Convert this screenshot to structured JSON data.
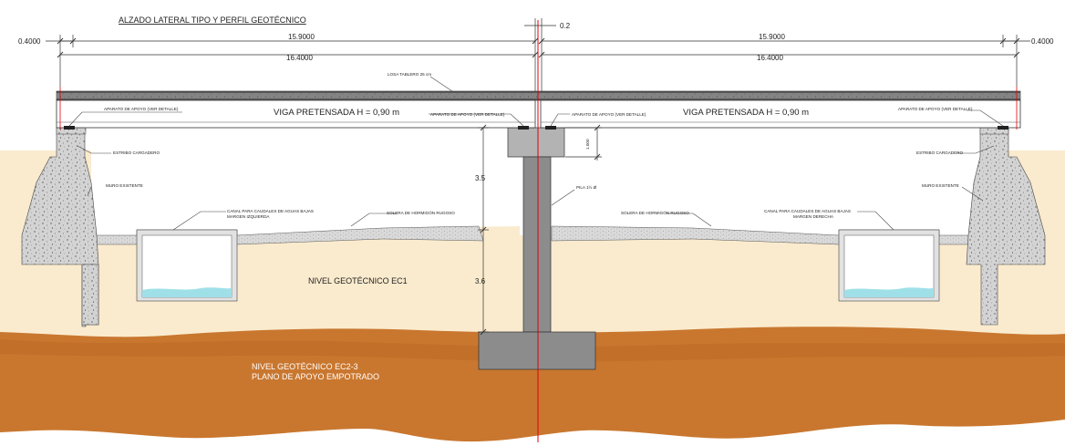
{
  "title": "ALZADO LATERAL TIPO Y PERFIL GEOTÉCNICO",
  "dimensions": {
    "left_offset": "0.4000",
    "span_left": "15.9000",
    "span_left_total": "16.4000",
    "joint": "0.2",
    "span_right": "15.9000",
    "span_right_total": "16.4000",
    "right_offset": "0.4000",
    "pier_upper": "3.5",
    "pier_lower": "3.6",
    "cap_height": "1.000"
  },
  "labels": {
    "deck_slab": "LOSA TABLERO 25 cm",
    "beam_left": "VIGA PRETENSADA H = 0,90 m",
    "beam_right": "VIGA PRETENSADA H = 0,90 m",
    "bearing_1": "APARATO DE APOYO (VER DETALLE)",
    "bearing_2": "APARATO DE APOYO (VER DETALLE)",
    "bearing_3": "APARATO DE APOYO (VER DETALLE)",
    "bearing_4": "APARATO DE APOYO (VER DETALLE)",
    "abutment_left": "ESTRIBO CARGADERO",
    "abutment_right": "ESTRIBO CARGADERO",
    "wall_left": "MURO EXISTENTE",
    "wall_right": "MURO EXISTENTE",
    "channel_left_1": "CANAL PARA CAUDALES DE AGUAS BAJAS",
    "channel_left_2": "MARGEN IZQUIERDA",
    "channel_right_1": "CANAL PARA CAUDALES DE AGUAS BAJAS",
    "channel_right_2": "MARGEN DERECHA",
    "slab_left": "SOLERA DE HORMIGÓN RUGOSO",
    "slab_right": "SOLERA DE HORMIGÓN RUGOSO",
    "pier": "PILA 1½ Ø",
    "geo_ec1": "NIVEL GEOTÉCNICO EC1",
    "geo_ec23": "NIVEL GEOTÉCNICO EC2-3",
    "support_plane": "PLANO DE APOYO EMPOTRADO"
  },
  "colors": {
    "sand": "#faebce",
    "clay": "#c9772f",
    "concrete": "#cfcfcf",
    "pier": "#8c8c8c",
    "axis": "#e0000b",
    "water": "#9fe0e8"
  }
}
